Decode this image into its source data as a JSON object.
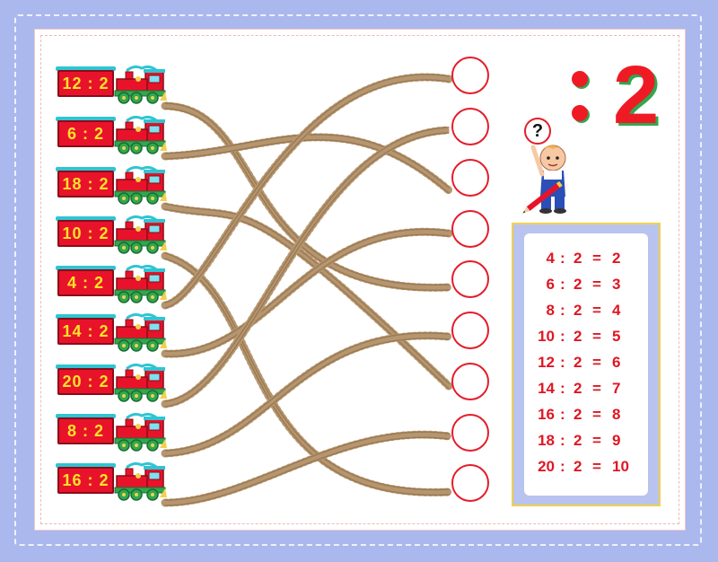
{
  "trains": [
    {
      "label": "12 : 2"
    },
    {
      "label": "6 : 2"
    },
    {
      "label": "18 : 2"
    },
    {
      "label": "10 : 2"
    },
    {
      "label": "4 : 2"
    },
    {
      "label": "14 : 2"
    },
    {
      "label": "20 : 2"
    },
    {
      "label": "8 : 2"
    },
    {
      "label": "16 : 2"
    }
  ],
  "title": {
    "colon": ":",
    "number": "2"
  },
  "question_mark": "?",
  "division_table": [
    {
      "a": "4",
      "op": ":",
      "b": "2",
      "eq": "=",
      "r": "2"
    },
    {
      "a": "6",
      "op": ":",
      "b": "2",
      "eq": "=",
      "r": "3"
    },
    {
      "a": "8",
      "op": ":",
      "b": "2",
      "eq": "=",
      "r": "4"
    },
    {
      "a": "10",
      "op": ":",
      "b": "2",
      "eq": "=",
      "r": "5"
    },
    {
      "a": "12",
      "op": ":",
      "b": "2",
      "eq": "=",
      "r": "6"
    },
    {
      "a": "14",
      "op": ":",
      "b": "2",
      "eq": "=",
      "r": "7"
    },
    {
      "a": "16",
      "op": ":",
      "b": "2",
      "eq": "=",
      "r": "8"
    },
    {
      "a": "18",
      "op": ":",
      "b": "2",
      "eq": "=",
      "r": "9"
    },
    {
      "a": "20",
      "op": ":",
      "b": "2",
      "eq": "=",
      "r": "10"
    }
  ],
  "colors": {
    "background": "#aab8ee",
    "wagon": "#e8132a",
    "wagon_text": "#ffe22a",
    "track": "#b59670",
    "circle": "#e41d2a",
    "table_text": "#e01623",
    "title_two": "#ef1b24",
    "title_shadow": "#2fa84f"
  },
  "icons": [
    "train-locomotive-icon",
    "boy-with-pencil-icon",
    "question-mark-icon"
  ]
}
